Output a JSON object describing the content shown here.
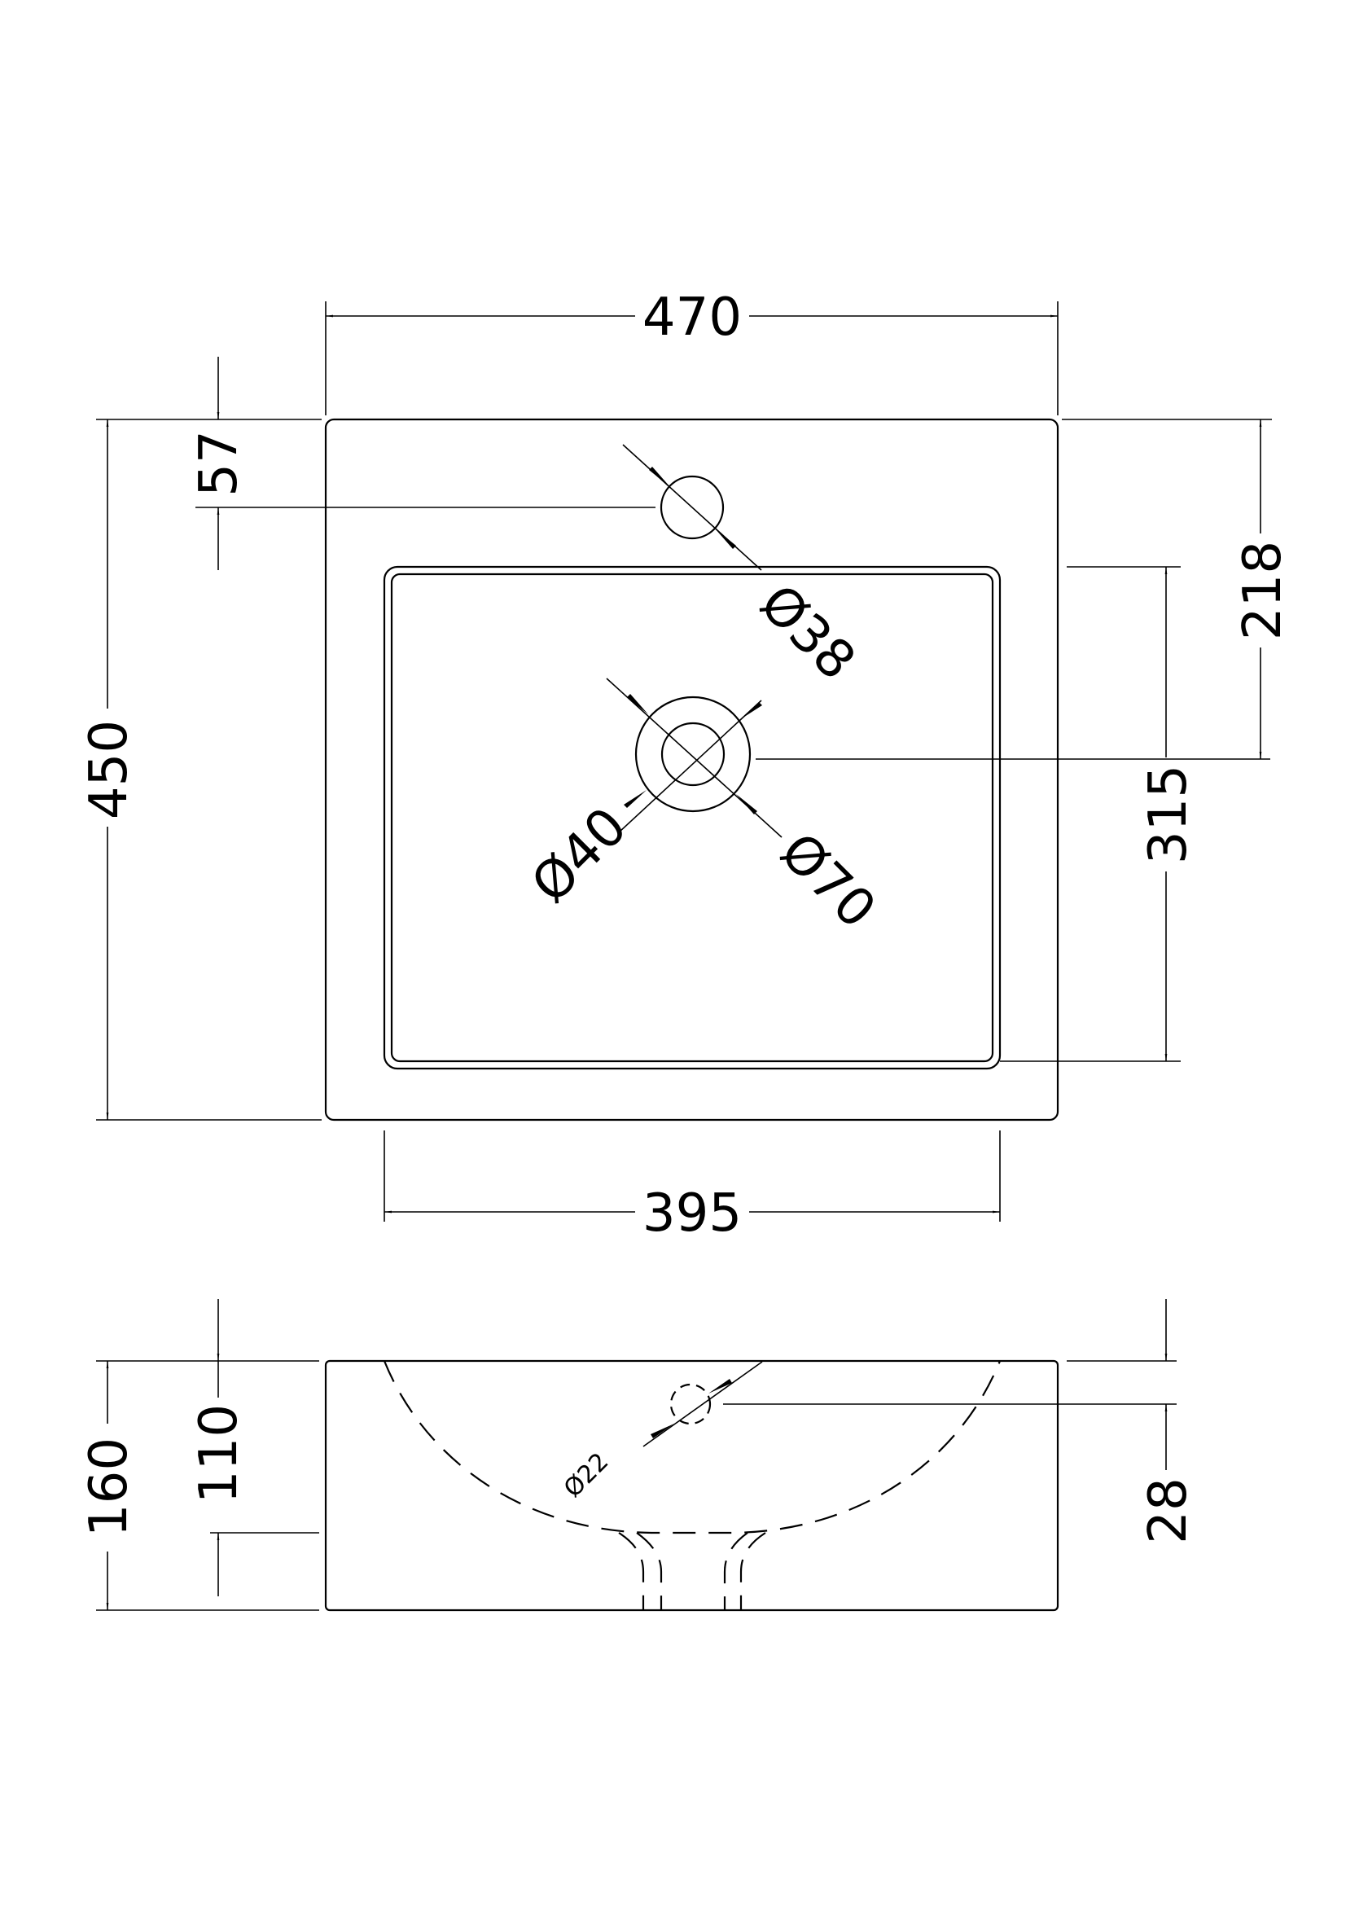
{
  "top_view": {
    "overall_width": "470",
    "overall_depth": "450",
    "tap_hole_offset": "57",
    "tap_hole_diameter": "Ø38",
    "waste_to_back": "218",
    "bowl_depth": "315",
    "waste_inner_diameter": "Ø40",
    "waste_outer_diameter": "Ø70",
    "bowl_width": "395"
  },
  "side_view": {
    "overall_height": "160",
    "bowl_height": "110",
    "overflow_offset": "28",
    "overflow_diameter": "Ø22"
  },
  "line_color": "#000000",
  "background_color": "#ffffff"
}
